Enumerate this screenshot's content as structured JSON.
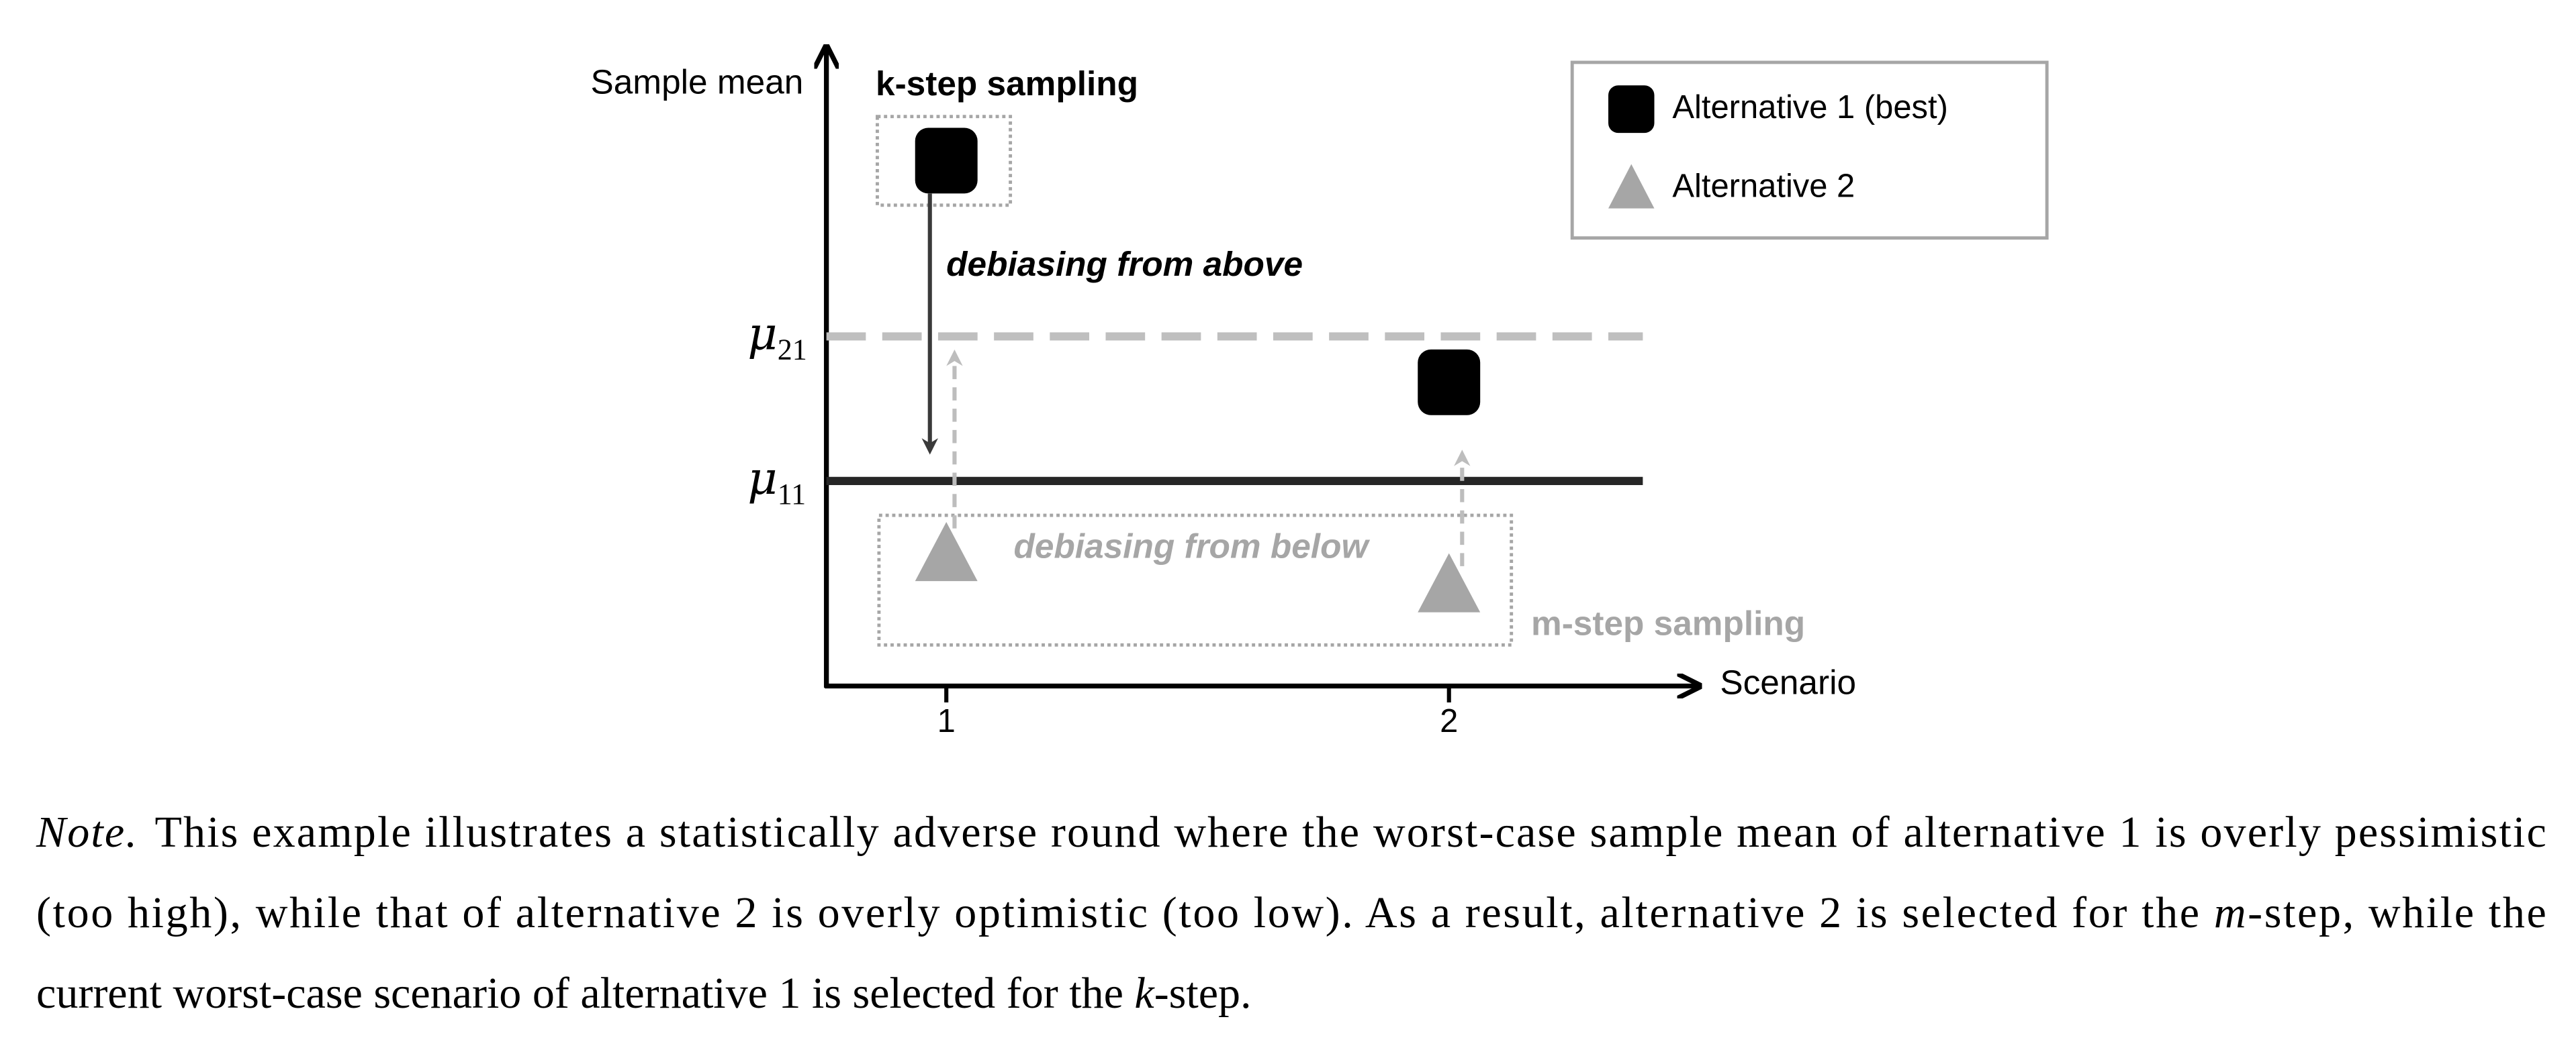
{
  "chart_data": {
    "type": "scatter",
    "xlabel": "Scenario",
    "ylabel": "Sample mean",
    "x_ticks": [
      "1",
      "2"
    ],
    "xlim": [
      0.76,
      2.5
    ],
    "ylim": [
      0,
      10
    ],
    "series": [
      {
        "name": "Alternative 1 (best)",
        "marker": "square",
        "color": "#000000",
        "x": [
          1,
          2
        ],
        "y": [
          8.25,
          4.77
        ]
      },
      {
        "name": "Alternative 2",
        "marker": "triangle",
        "color": "#a6a6a6",
        "x": [
          1,
          2
        ],
        "y": [
          2.06,
          1.57
        ]
      }
    ],
    "reference_lines": [
      {
        "label_base": "μ",
        "label_sub": "21",
        "y": 5.49,
        "style": "dashed",
        "color": "#bfbfbf"
      },
      {
        "label_base": "μ",
        "label_sub": "11",
        "y": 3.22,
        "style": "solid",
        "color": "#262626"
      }
    ],
    "annotations": {
      "k_step": "k-step sampling",
      "m_step": "m-step sampling",
      "from_above": "debiasing from above",
      "from_below": "debiasing from below"
    },
    "legend_position": "top-right"
  },
  "note": {
    "label": "Note.",
    "line1": "This example illustrates a statistically adverse round where the worst-case sample mean of alternative 1 is overly pessimistic",
    "line2_a": "(too high), while that of alternative 2 is overly optimistic (too low). As a result, alternative 2 is selected for the ",
    "line2_m": "m",
    "line2_b": "-step, while the",
    "line3_a": "current worst-case scenario of alternative 1 is selected for the ",
    "line3_k": "k",
    "line3_b": "-step."
  }
}
